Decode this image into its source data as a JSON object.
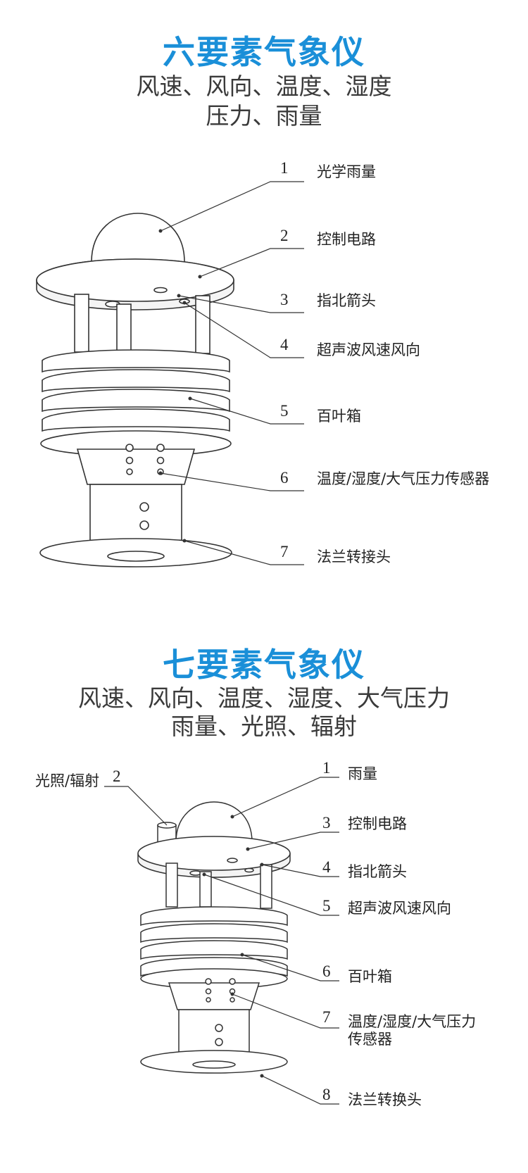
{
  "section1": {
    "title": "六要素气象仪",
    "subtitle_line1": "风速、风向、温度、湿度",
    "subtitle_line2": "压力、雨量",
    "callouts": [
      {
        "num": "1",
        "label": "光学雨量"
      },
      {
        "num": "2",
        "label": "控制电路"
      },
      {
        "num": "3",
        "label": "指北箭头"
      },
      {
        "num": "4",
        "label": "超声波风速风向"
      },
      {
        "num": "5",
        "label": "百叶箱"
      },
      {
        "num": "6",
        "label": "温度/湿度/大气压力传感器"
      },
      {
        "num": "7",
        "label": "法兰转接头"
      }
    ]
  },
  "section2": {
    "title": "七要素气象仪",
    "subtitle_line1": "风速、风向、温度、湿度、大气压力",
    "subtitle_line2": "雨量、光照、辐射",
    "left_callout": {
      "num": "2",
      "label": "光照/辐射"
    },
    "callouts": [
      {
        "num": "1",
        "label": "雨量"
      },
      {
        "num": "3",
        "label": "控制电路"
      },
      {
        "num": "4",
        "label": "指北箭头"
      },
      {
        "num": "5",
        "label": "超声波风速风向"
      },
      {
        "num": "6",
        "label": "百叶箱"
      },
      {
        "num": "7",
        "label": "温度/湿度/大气压力",
        "label2": "传感器"
      },
      {
        "num": "8",
        "label": "法兰转换头"
      }
    ]
  },
  "colors": {
    "title": "#1a8fd8",
    "text": "#333333",
    "line": "#333333"
  }
}
